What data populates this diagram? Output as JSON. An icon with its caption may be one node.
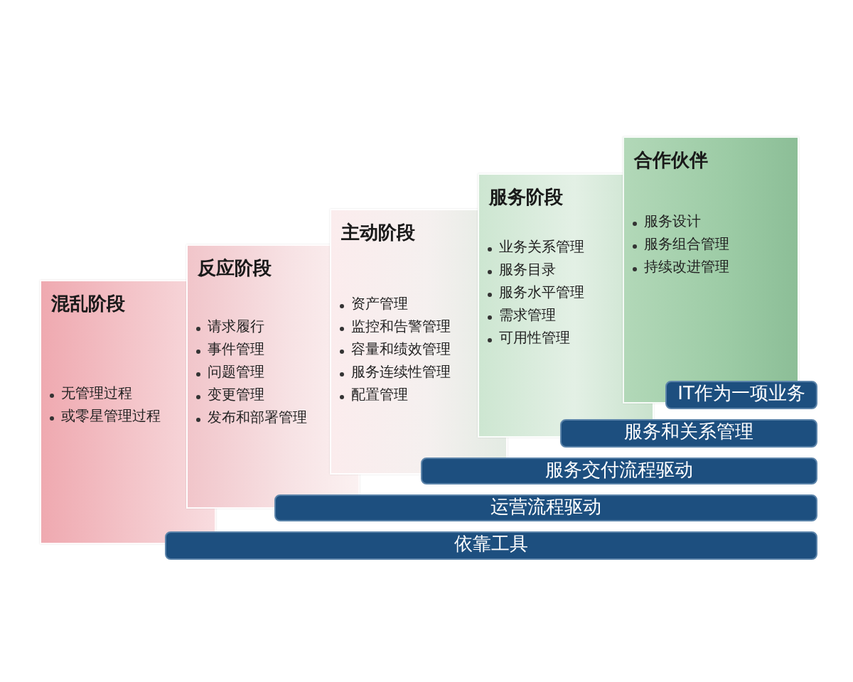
{
  "diagram": {
    "nodes": [
      {
        "text": [
          "混乱阶段",
          "无管理过程",
          "或零星管理过程"
        ]
      },
      {
        "text": [
          "反应阶段",
          "请求履行",
          "事件管理",
          "问题管理",
          "变更管理",
          "发布和部署管理"
        ]
      },
      {
        "text": [
          "主动阶段",
          "资产管理",
          "监控和告警管理",
          "容量和绩效管理",
          "服务连续性管理",
          "配置管理"
        ]
      },
      {
        "text": [
          "服务阶段",
          "业务关系管理",
          "服务目录",
          "服务水平管理",
          "需求管理",
          "可用性管理"
        ]
      },
      {
        "text": [
          "合作伙伴",
          "服务设计",
          "服务组合管理",
          "持续改进管理"
        ]
      },
      {
        "text": [
          "IT作为一项业务"
        ]
      },
      {
        "text": [
          "服务和关系管理"
        ]
      },
      {
        "text": [
          "服务交付流程驱动"
        ]
      },
      {
        "text": [
          "运营流程驱动"
        ]
      },
      {
        "text": [
          "依靠工具"
        ]
      }
    ]
  }
}
